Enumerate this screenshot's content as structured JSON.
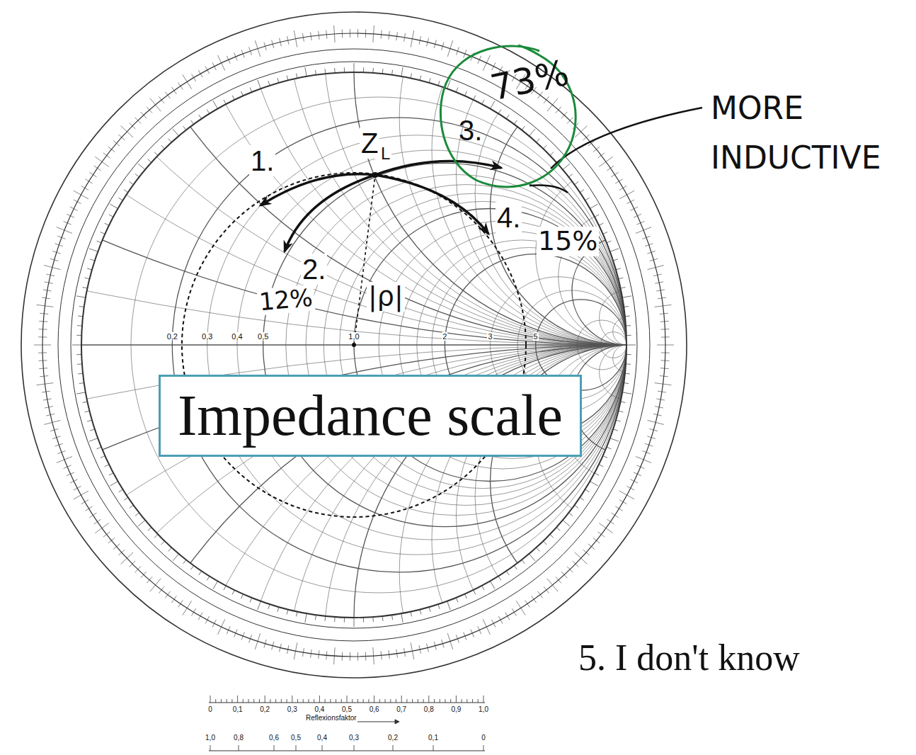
{
  "diagram": {
    "nodes": [
      {
        "text": [
          "3.",
          "73%"
        ]
      },
      {
        "text": [
          "Impedance scale"
        ]
      }
    ],
    "labels": [
      "1.",
      "2.",
      "4.",
      "Z",
      "L",
      "|ρ|",
      "12%",
      "15%",
      "MORE INDUCTIVE",
      "5. I don't know",
      "0,2",
      "0,3",
      "0,4",
      "0,5",
      "1,0",
      "2",
      "3",
      "5",
      "0",
      "0,1",
      "0,2",
      "0,3",
      "0,4",
      "0,5",
      "0,6",
      "0,7",
      "0,8",
      "0,9",
      "1,0",
      "Reflexionsfaktor",
      "1,0",
      "0,8",
      "0,6",
      "0,5",
      "0,4",
      "0,3",
      "0,2",
      "0,1",
      "0"
    ]
  }
}
